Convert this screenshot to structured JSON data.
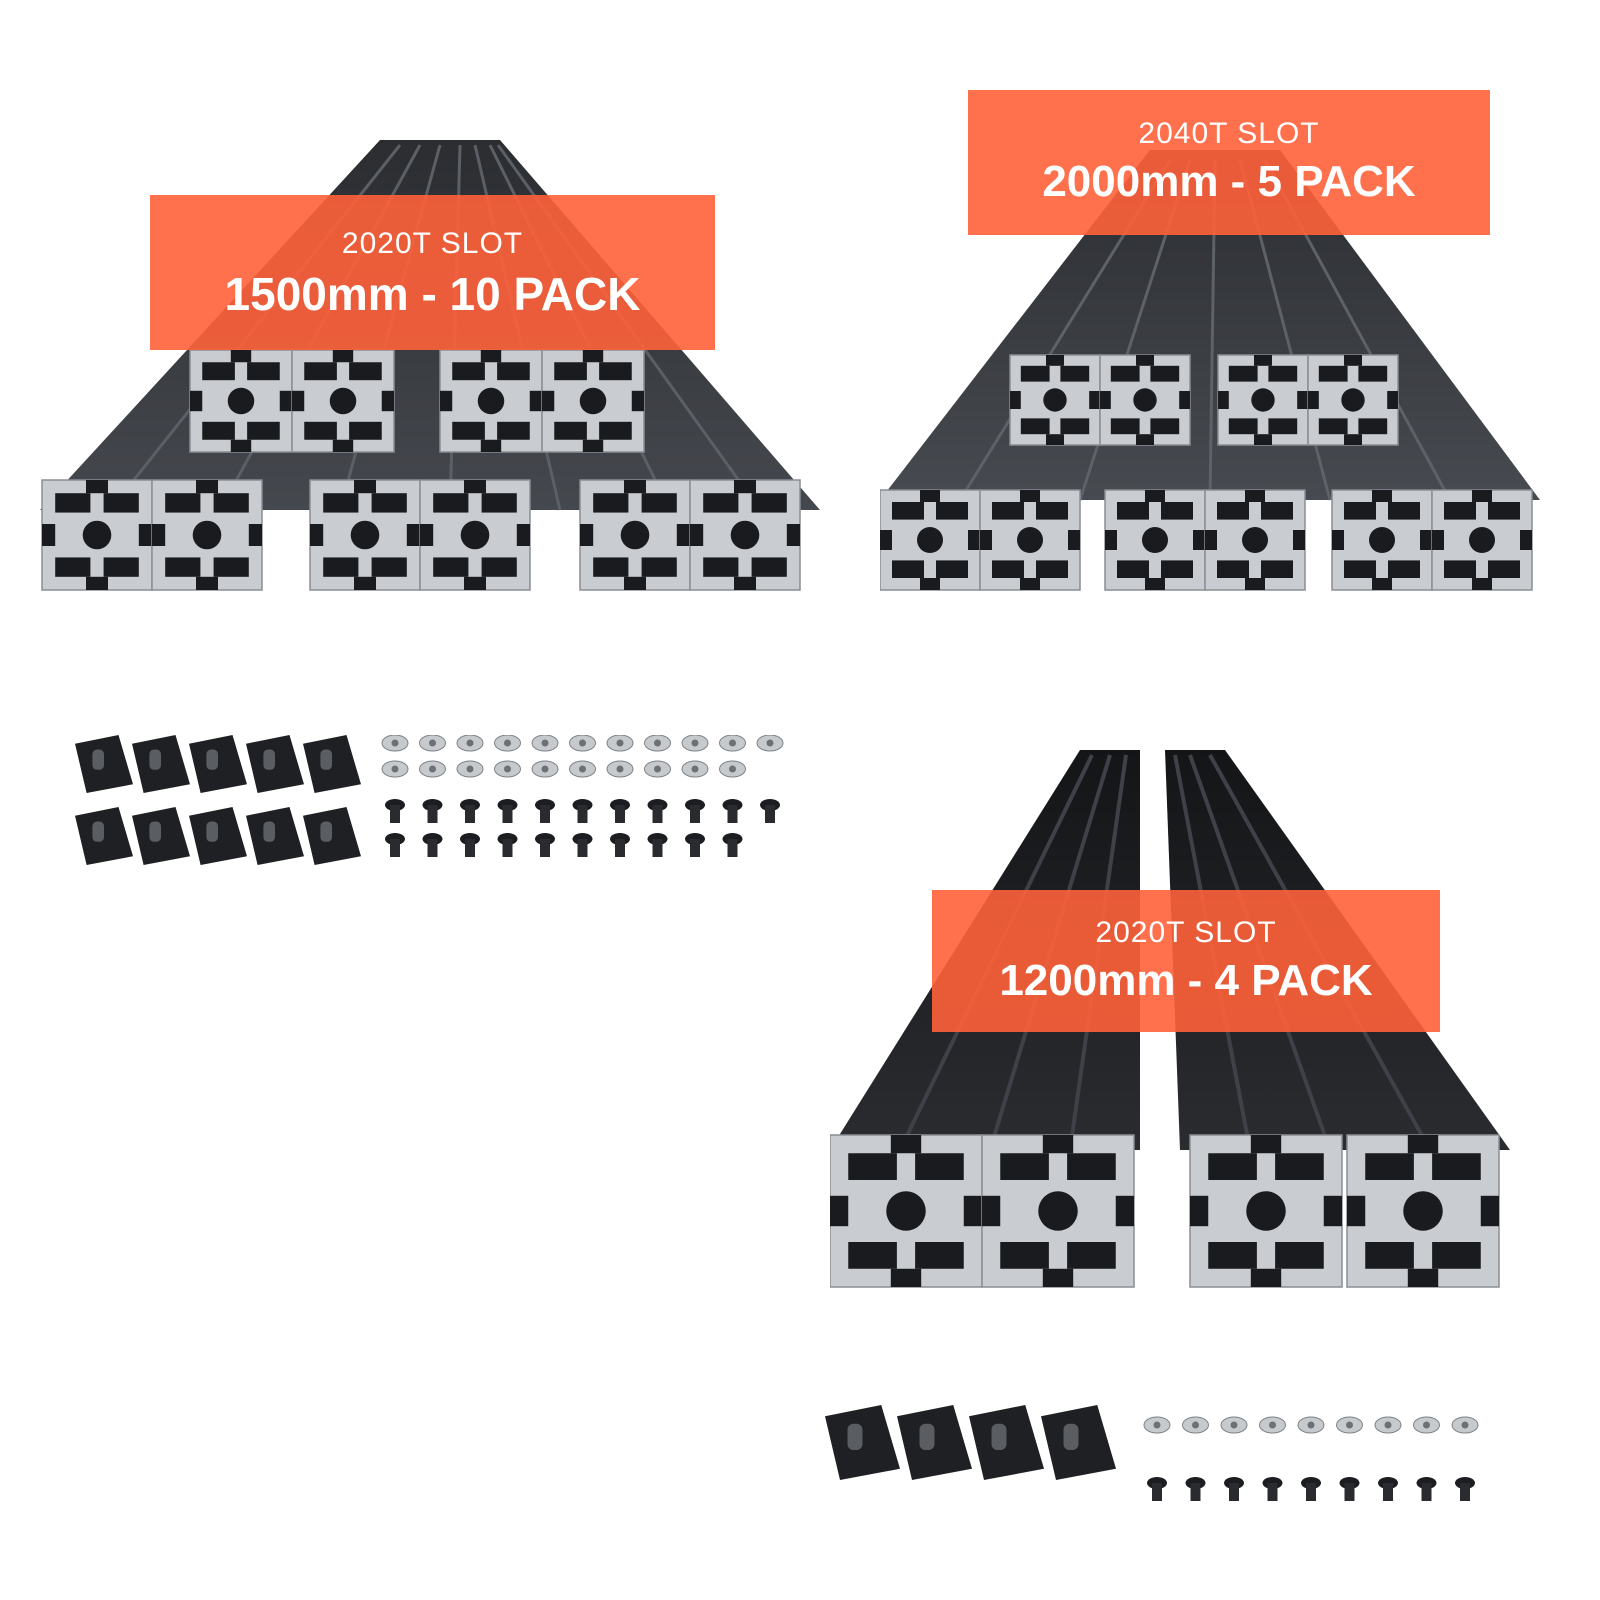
{
  "colors": {
    "banner": "#ff623a",
    "profile_dark": "#1a1b1e",
    "profile_face": "#c9ccd0",
    "background": "#ffffff"
  },
  "products": [
    {
      "subtitle": "2020T  SLOT",
      "title": "1500mm - 10 PACK"
    },
    {
      "subtitle": "2040T  SLOT",
      "title": "2000mm - 5 PACK"
    },
    {
      "subtitle": "2020T  SLOT",
      "title": "1200mm - 4 PACK"
    }
  ],
  "accessories": [
    {
      "brackets": 10,
      "t_nuts": 21,
      "screws": 21
    },
    {
      "brackets": 4,
      "t_nuts": 9,
      "screws": 9
    }
  ]
}
